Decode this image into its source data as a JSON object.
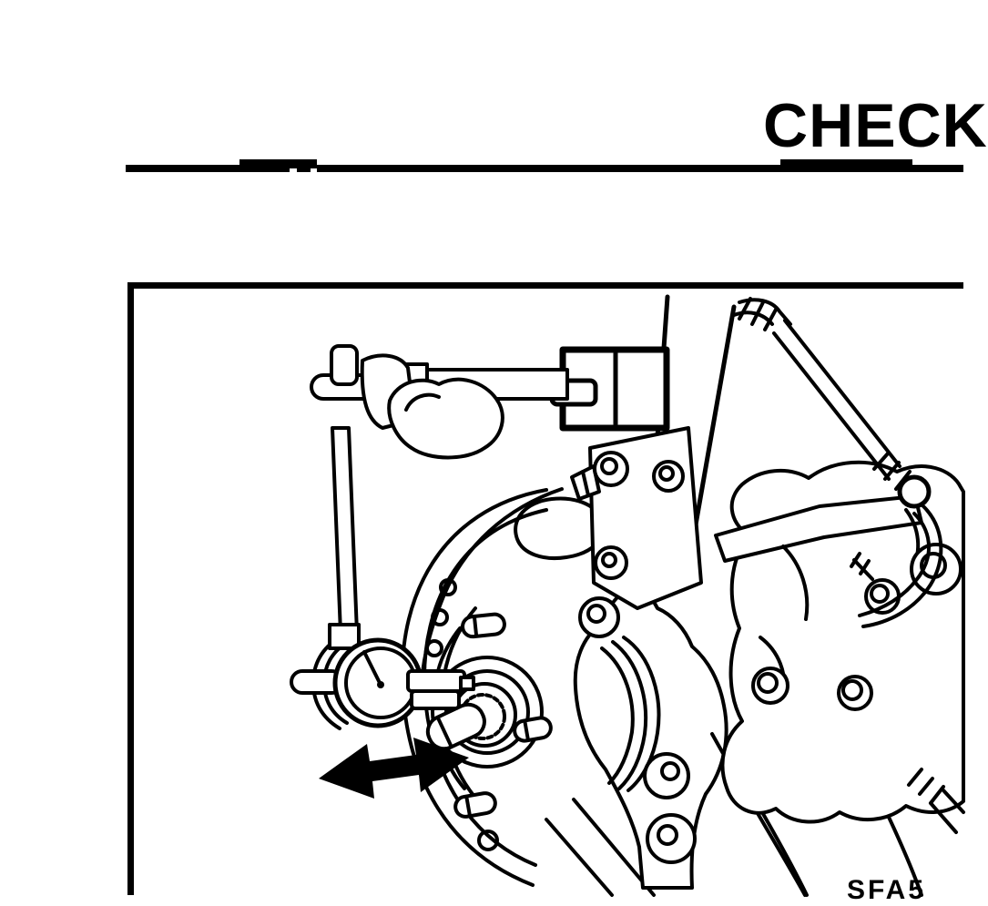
{
  "header": {
    "title": "CHECK"
  },
  "figure": {
    "code_fragment": "SFA5",
    "parts": [
      "dial-indicator",
      "dial-indicator-stand",
      "stand-clamp-knob",
      "strut-mounted-base-block",
      "suspension-strut",
      "brake-hose",
      "brake-rotor-and-backing-plate",
      "wheel-hub-with-studs",
      "steering-knuckle",
      "brake-caliper",
      "axial-play-arrow"
    ]
  },
  "colors": {
    "ink": "#000000",
    "paper": "#ffffff"
  }
}
